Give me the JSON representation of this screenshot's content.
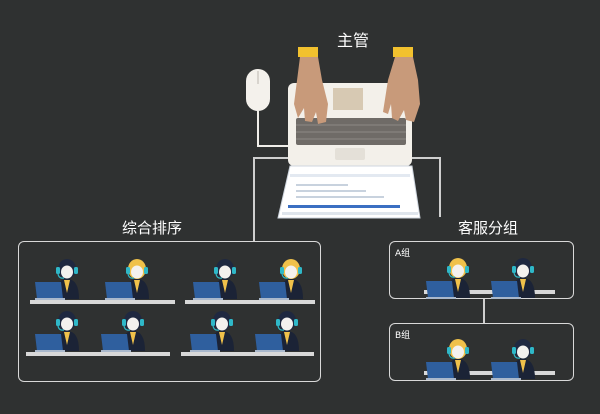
{
  "labels": {
    "supervisor": "主管",
    "comprehensive_sort": "综合排序",
    "service_groups": "客服分组",
    "group_a": "A组",
    "group_b": "B组"
  },
  "colors": {
    "background": "#2f3131",
    "frame": "#d9d9d9",
    "laptop": "#2f5f9e",
    "headset": "#2fb8c8",
    "desk": "#d8d8d8"
  },
  "agents": [
    {
      "group": "comprehensive",
      "hair": "dark"
    },
    {
      "group": "comprehensive",
      "hair": "blonde"
    },
    {
      "group": "comprehensive",
      "hair": "dark"
    },
    {
      "group": "comprehensive",
      "hair": "blonde"
    },
    {
      "group": "comprehensive",
      "hair": "dark"
    },
    {
      "group": "comprehensive",
      "hair": "dark"
    },
    {
      "group": "comprehensive",
      "hair": "dark"
    },
    {
      "group": "comprehensive",
      "hair": "dark"
    },
    {
      "group": "A",
      "hair": "blonde"
    },
    {
      "group": "A",
      "hair": "dark"
    },
    {
      "group": "B",
      "hair": "blonde"
    },
    {
      "group": "B",
      "hair": "dark"
    }
  ]
}
